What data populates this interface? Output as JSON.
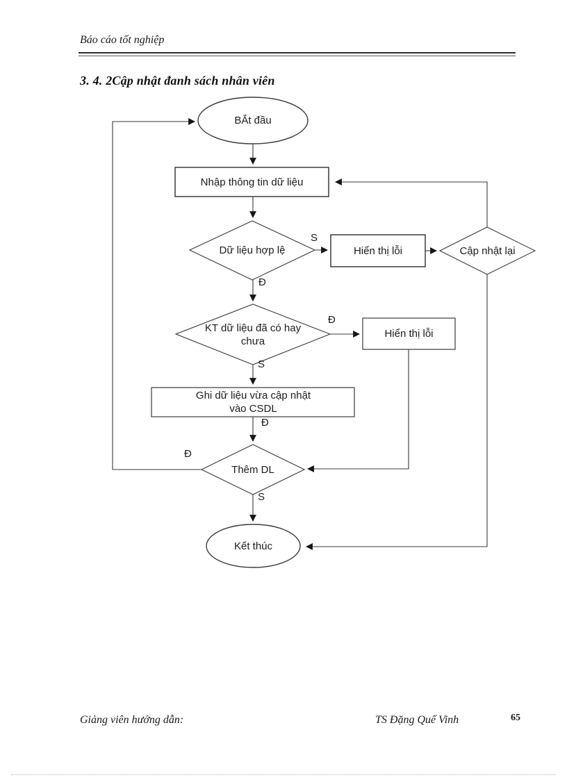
{
  "header": {
    "running_title": "Báo cáo tốt nghiệp"
  },
  "section": {
    "title": "3. 4. 2Cập nhật đanh sách nhân viên"
  },
  "flowchart": {
    "nodes": {
      "start": {
        "shape": "ellipse",
        "label": "BẮt đầu"
      },
      "input_data": {
        "shape": "rect",
        "label": "Nhập thông tin dữ liệu"
      },
      "check_valid": {
        "shape": "diamond",
        "label": "Dữ liệu hợp lệ"
      },
      "show_error_top": {
        "shape": "rect",
        "label": "Hiển thị lỗi"
      },
      "update_again": {
        "shape": "diamond",
        "label": "Cập nhật lại"
      },
      "check_exists": {
        "shape": "diamond",
        "label": "KT dữ liệu đã có hay chưa"
      },
      "show_error_mid": {
        "shape": "rect",
        "label": "Hiển thị lỗi"
      },
      "save_data": {
        "shape": "rect",
        "label": "Ghi dữ liệu vừa cập nhật vào CSDL"
      },
      "add_more": {
        "shape": "diamond",
        "label": "Thêm DL"
      },
      "end": {
        "shape": "ellipse",
        "label": "Kết thúc"
      }
    },
    "edges": [
      {
        "from": "start",
        "to": "input_data",
        "label": ""
      },
      {
        "from": "input_data",
        "to": "check_valid",
        "label": ""
      },
      {
        "from": "check_valid",
        "to": "show_error_top",
        "label": "S"
      },
      {
        "from": "check_valid",
        "to": "check_exists",
        "label": "Đ"
      },
      {
        "from": "show_error_top",
        "to": "update_again",
        "label": ""
      },
      {
        "from": "update_again",
        "to": "input_data",
        "label": ""
      },
      {
        "from": "update_again",
        "to": "end",
        "label": ""
      },
      {
        "from": "check_exists",
        "to": "show_error_mid",
        "label": "Đ"
      },
      {
        "from": "check_exists",
        "to": "save_data",
        "label": "S"
      },
      {
        "from": "save_data",
        "to": "add_more",
        "label": "Đ"
      },
      {
        "from": "show_error_mid",
        "to": "add_more",
        "label": ""
      },
      {
        "from": "add_more",
        "to": "start",
        "label": "Đ"
      },
      {
        "from": "add_more",
        "to": "end",
        "label": "S"
      }
    ]
  },
  "footer": {
    "left": "Giảng viên hướng dẫn:",
    "right": "TS Đặng Quế Vinh",
    "page_number": "65"
  }
}
